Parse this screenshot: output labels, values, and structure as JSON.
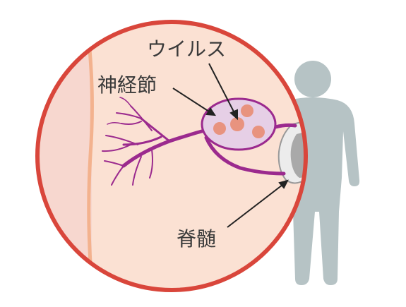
{
  "labels": {
    "virus": "ウイルス",
    "ganglion": "神経節",
    "spinal_cord": "脊髄"
  },
  "colors": {
    "circle_border": "#d9463b",
    "skin_background": "#fbe1d3",
    "nerve": "#9b2a8e",
    "ganglion_fill": "#e6cfe6",
    "virus_particle": "#e8937f",
    "spinal_cord": "#a9a9a9",
    "human_silhouette": "#b6c3c5",
    "text": "#3a3a3a"
  }
}
